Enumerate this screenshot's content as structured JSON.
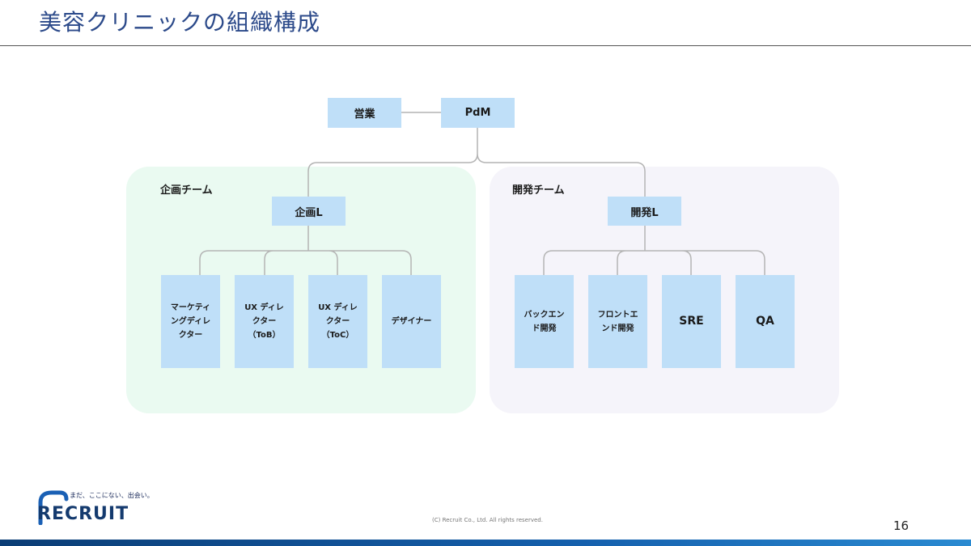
{
  "slide": {
    "title": "美容クリニックの組織構成",
    "page_number": "16",
    "copyright": "(C) Recruit Co., Ltd. All rights reserved."
  },
  "logo": {
    "tagline": "まだ、ここにない、出会い。",
    "name": "RECRUIT",
    "accent_color": "#1a60b5"
  },
  "org": {
    "top": [
      {
        "label": "営業"
      },
      {
        "label": "PdM"
      }
    ],
    "teams": [
      {
        "name": "企画チーム",
        "lead": "企画L",
        "panel_color": "#eafaf1",
        "members": [
          {
            "label": "マーケティ\nングディレ\nクター"
          },
          {
            "label": "UX ディレ\nクター\n（ToB）"
          },
          {
            "label": "UX ディレ\nクター\n（ToC）"
          },
          {
            "label": "デザイナー"
          }
        ]
      },
      {
        "name": "開発チーム",
        "lead": "開発L",
        "panel_color": "#f5f4fa",
        "members": [
          {
            "label": "バックエン\nド開発"
          },
          {
            "label": "フロントエ\nンド開発"
          },
          {
            "label": "SRE"
          },
          {
            "label": "QA"
          }
        ]
      }
    ],
    "box_color": "#bfdff8",
    "line_color": "#b4b4b4"
  }
}
